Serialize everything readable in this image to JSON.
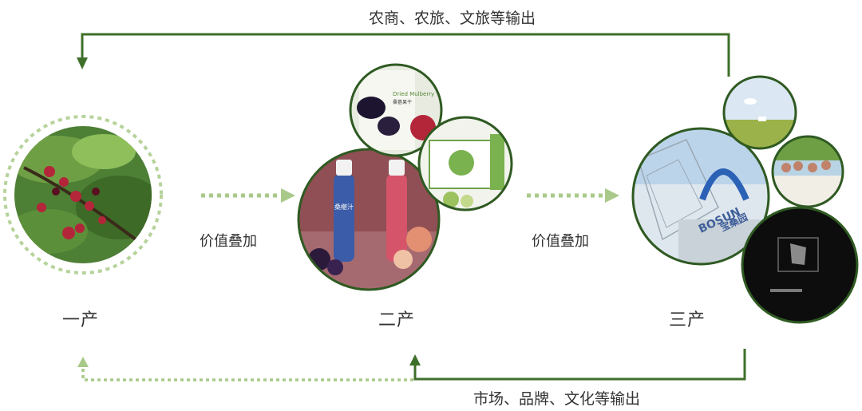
{
  "flows": {
    "top_label": "农商、农旅、文旅等输出",
    "bottom_label": "市场、品牌、文化等输出"
  },
  "value_labels": [
    "价值叠加",
    "价值叠加"
  ],
  "stages": [
    "一产",
    "二产",
    "三产"
  ],
  "photos": {
    "mulberry_bag": {
      "title": "Dried Mulberry",
      "subtitle": "桑葚果干"
    },
    "gift_box": {
      "title": "桑叶茶"
    },
    "bottle": {
      "label": "桑椹汁"
    },
    "building": {
      "sign_en": "BOSUN",
      "sign_cn": "宝桑园"
    }
  },
  "colors": {
    "dark_green": "#3f6f2a",
    "light_green": "#a9c98a",
    "circle_border": "#2f5a22"
  }
}
